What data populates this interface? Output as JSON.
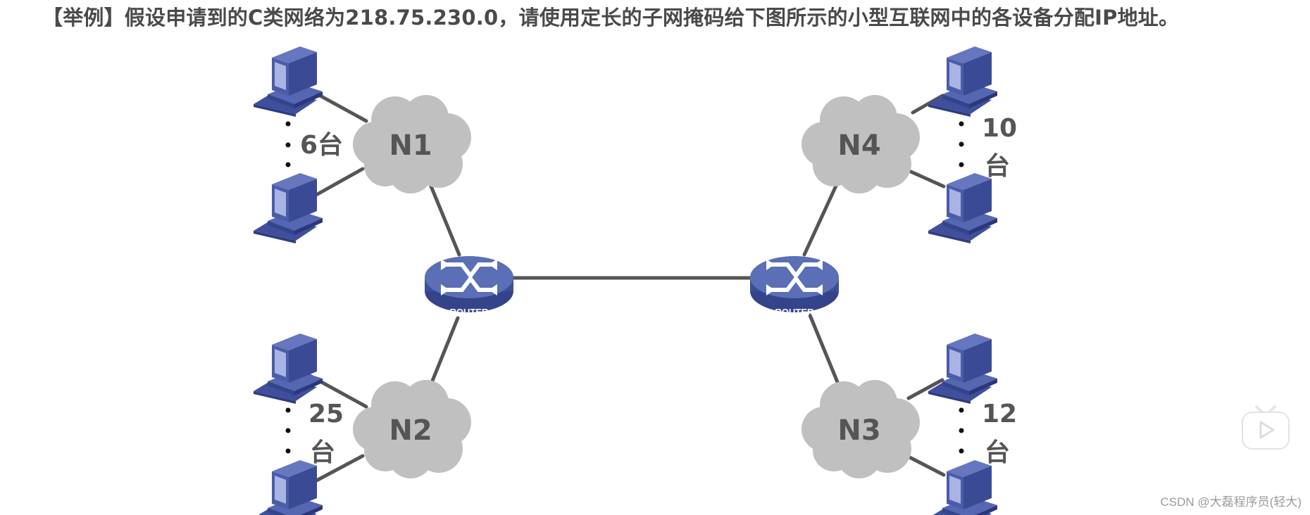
{
  "title": "【举例】假设申请到的C类网络为218.75.230.0，请使用定长的子网掩码给下图所示的小型互联网中的各设备分配IP地址。",
  "networks": [
    {
      "id": "N1",
      "label": "N1",
      "host_count": "6台",
      "host_count_number": 6
    },
    {
      "id": "N2",
      "label": "N2",
      "host_count_line1": "25",
      "host_count_line2": "台",
      "host_count_number": 25
    },
    {
      "id": "N3",
      "label": "N3",
      "host_count_line1": "12",
      "host_count_line2": "台",
      "host_count_number": 12
    },
    {
      "id": "N4",
      "label": "N4",
      "host_count_line1": "10",
      "host_count_line2": "台",
      "host_count_number": 10
    }
  ],
  "routers": [
    {
      "id": "R1",
      "label": "ROUTER",
      "connects": [
        "N1",
        "N2",
        "R2"
      ]
    },
    {
      "id": "R2",
      "label": "ROUTER",
      "connects": [
        "N4",
        "N3",
        "R1"
      ]
    }
  ],
  "colors": {
    "cloud": "#c0c0c0",
    "link": "#555555",
    "router_top": "#5a6fb5",
    "router_side": "#3d4f94",
    "pc_body": "#4b5ca8",
    "pc_screen": "#a9b4e6",
    "text": "#4a4a4a"
  },
  "icons": {
    "pc": "computer-icon",
    "router": "router-icon",
    "cloud": "cloud-icon",
    "player": "tv-play-icon"
  },
  "watermark": "CSDN @大磊程序员(轻大)"
}
